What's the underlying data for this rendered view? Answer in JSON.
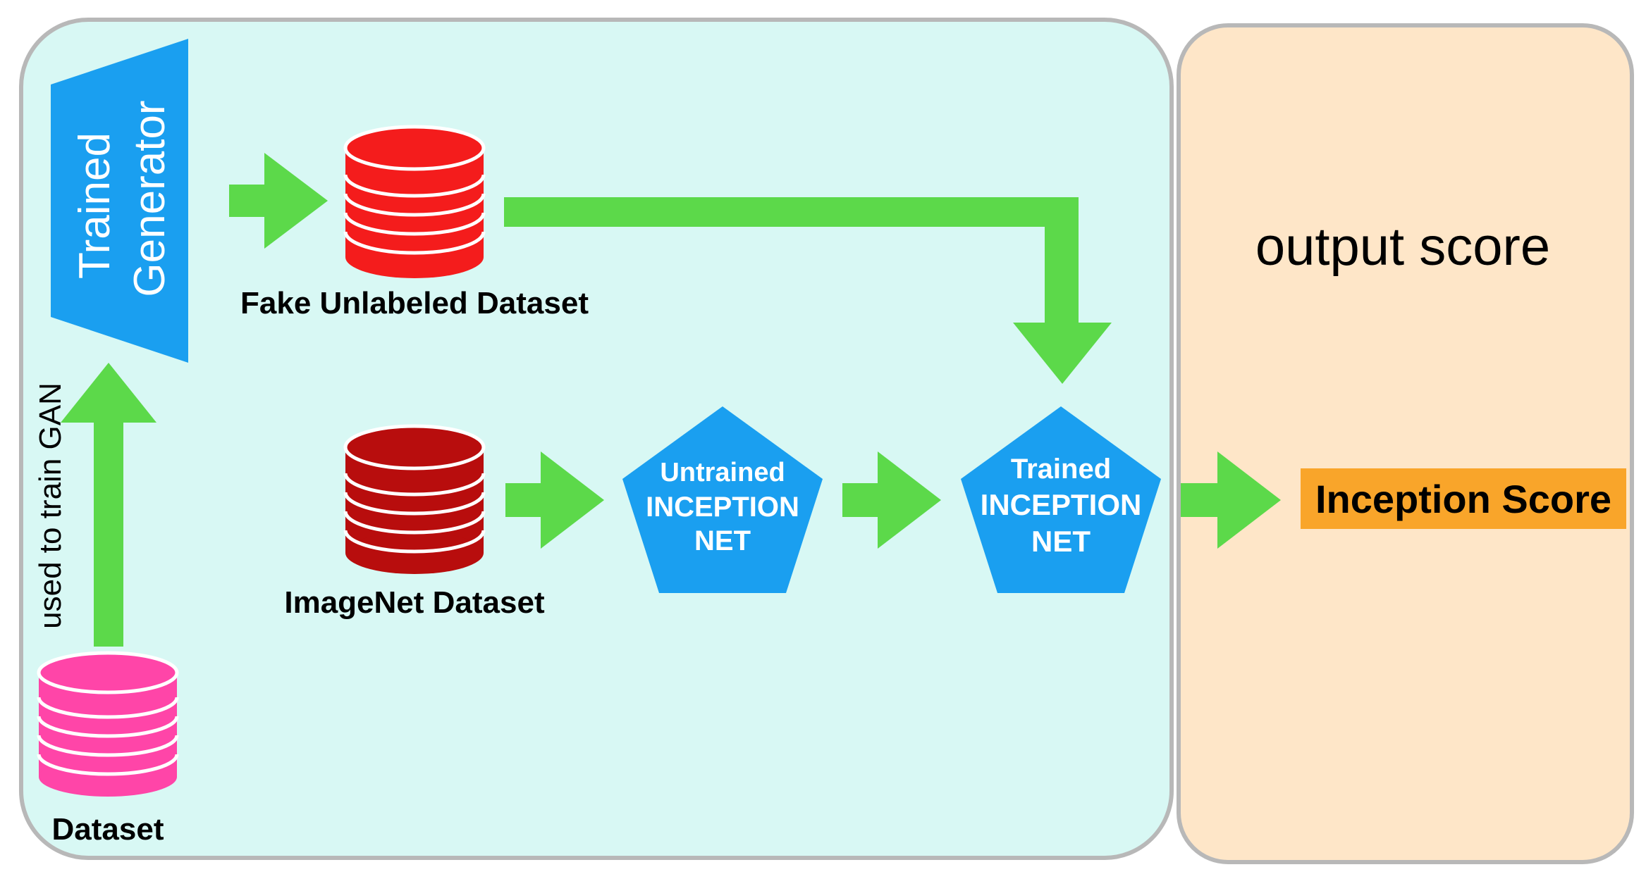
{
  "colors": {
    "main_panel_fill": "#d8f8f4",
    "output_panel_fill": "#fee6c8",
    "panel_border": "#b8b8b8",
    "arrow": "#5cd94a",
    "generator": "#1a9ff0",
    "inception_net": "#1a9ff0",
    "fake_dataset": "#f41c1c",
    "imagenet_dataset": "#b80d0d",
    "real_dataset": "#ff45a8",
    "score_highlight": "#f9a52a"
  },
  "generator": {
    "line1": "Trained",
    "line2": "Generator"
  },
  "fake_dataset": {
    "label": "Fake Unlabeled Dataset"
  },
  "imagenet_dataset": {
    "label": "ImageNet Dataset"
  },
  "real_dataset": {
    "label": "Dataset"
  },
  "train_arrow": {
    "label": "used to train GAN"
  },
  "untrained_net": {
    "line1": "Untrained",
    "line2": "INCEPTION",
    "line3": "NET"
  },
  "trained_net": {
    "line1": "Trained",
    "line2": "INCEPTION",
    "line3": "NET"
  },
  "output_panel": {
    "title": "output score"
  },
  "result": {
    "label": "Inception Score"
  }
}
